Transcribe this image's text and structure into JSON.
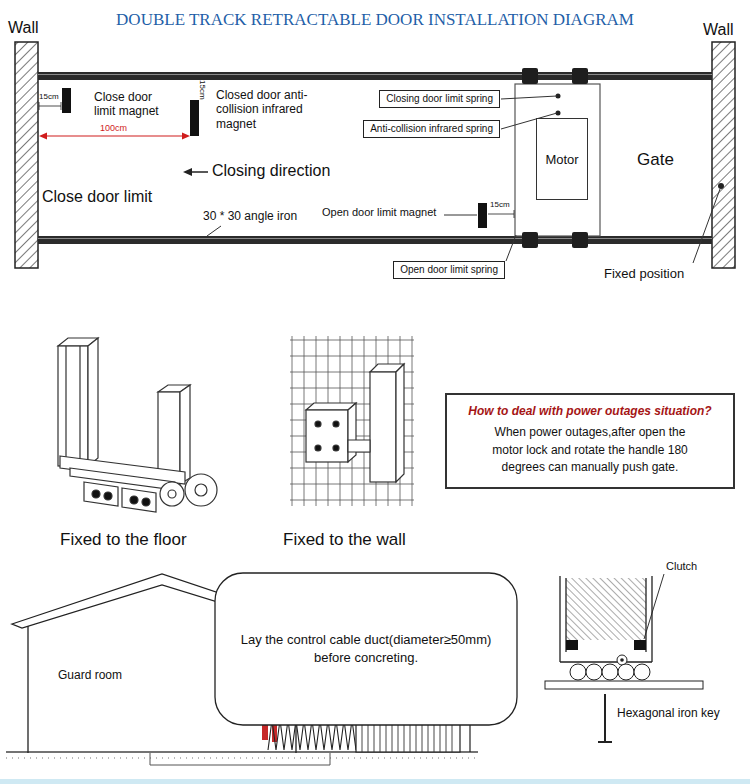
{
  "diagram": {
    "title": "DOUBLE TRACK RETRACTABLE DOOR INSTALLATION DIAGRAM",
    "nodes": [
      {
        "text": [
          "Closing door limit spring"
        ]
      },
      {
        "text": [
          "Anti-collision infrared spring"
        ]
      },
      {
        "text": [
          "Motor"
        ]
      },
      {
        "text": [
          "Open door limit spring"
        ]
      },
      {
        "text": [
          "How to deal with power outages situation?",
          "When power outages,after open the motor lock and rotate the handle 180 degrees can manually push gate."
        ]
      },
      {
        "text": [
          "Guard room"
        ]
      },
      {
        "text": [
          "Lay the control cable duct(diameter≥50mm) before concreting."
        ]
      }
    ],
    "labels": [
      "Wall",
      "Wall",
      "15cm",
      "Close door limit magnet",
      "100cm",
      "15cm",
      "Closed door anti-collision infrared magnet",
      "Closing direction",
      "Gate",
      "Close door limit",
      "30 * 30 angle iron",
      "Open door limit magnet",
      "15cm",
      "Fixed position",
      "Fixed to the floor",
      "Fixed to the wall",
      "Clutch",
      "Hexagonal iron key"
    ]
  }
}
